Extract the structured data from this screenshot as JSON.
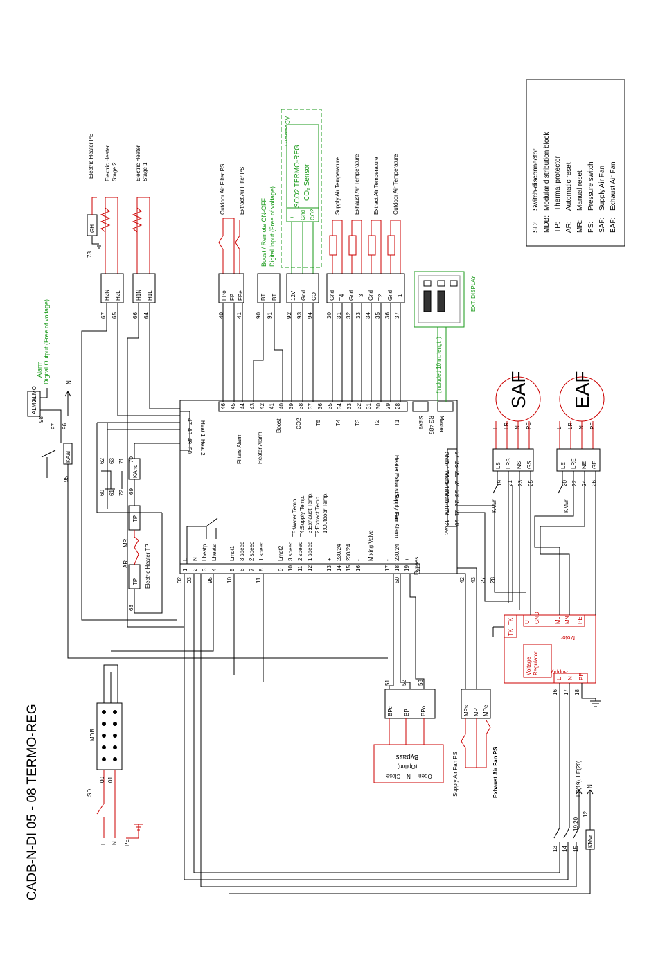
{
  "title": "CADB-N-DI 05 - 08 TERMO-REG",
  "colors": {
    "wire": "#000000",
    "red": "#cc0000",
    "green": "#1a9a1a"
  },
  "legend": [
    {
      "abbr": "SD:",
      "text": "Switch-disconnector"
    },
    {
      "abbr": "MDB:",
      "text": "Modular distribution block"
    },
    {
      "abbr": "TP:",
      "text": "Thermal protector"
    },
    {
      "abbr": "AR:",
      "text": "Automatic reset"
    },
    {
      "abbr": "MR:",
      "text": "Manual reset"
    },
    {
      "abbr": "PS:",
      "text": "Pressure switch"
    },
    {
      "abbr": "SAF:",
      "text": "Supply Air Fan"
    },
    {
      "abbr": "EAF:",
      "text": "Exhaust Air Fan"
    }
  ],
  "supply": {
    "sd": "SD",
    "mdb": "MDB",
    "l": "L",
    "n": "N",
    "pe": "PE",
    "w00": "00",
    "w01": "01"
  },
  "upper": {
    "alarm_block": {
      "terms": [
        "ALMO",
        "ALMO"
      ],
      "nums": [
        "98",
        "97",
        "96"
      ],
      "label1": "Alarm",
      "label2": "Digital Output (Free of voltage)",
      "n": "N",
      "kaal": "KAal",
      "w95": "95"
    },
    "heater_pe": "Electric Heater PE",
    "heater_stage2": [
      "Electric Heater",
      "Stage 2"
    ],
    "heater_stage1": [
      "Electric Heater",
      "Stage 1"
    ],
    "heater_terms": [
      "GH",
      "H2N",
      "H2L",
      "H1N",
      "H1L"
    ],
    "heater_nums": [
      "73",
      "67",
      "65",
      "66",
      "64"
    ],
    "filter_terms": [
      "FPo",
      "FP",
      "FPe"
    ],
    "filter_nums": [
      "40",
      "41"
    ],
    "filter_label1": "Outdoor Air Filter PS",
    "filter_label2": "Extract Air Filter PS",
    "boost_terms": [
      "BT",
      "BT"
    ],
    "boost_nums": [
      "90",
      "91"
    ],
    "boost_label1": "Boost / Remote ON-OFF",
    "boost_label2": "Digital Input (Free of voltage)",
    "sensor_terms": [
      "12V",
      "Gnd",
      "CO"
    ],
    "sensor_nums": [
      "92",
      "93",
      "94"
    ],
    "accessory": "ACCESORY",
    "sensor_name": "SCO2 TERMO-REG",
    "sensor_sub": "CO₂ Sensor",
    "sensor_pins": [
      "+",
      "Gnd",
      "CO2"
    ],
    "temp_terms": [
      "Gnd",
      "T4",
      "Gnd",
      "T3",
      "Gnd",
      "T2",
      "Gnd",
      "T1"
    ],
    "temp_nums": [
      "30",
      "31",
      "32",
      "33",
      "34",
      "35",
      "36",
      "37"
    ],
    "temp_labels": [
      "Supply Air Temperature",
      "Exhaust Air Temperature",
      "Extract Air Temperature",
      "Outdoor Air Temperature"
    ],
    "ext_display": "EXT. DISPLAY",
    "display_note": "(Included 10 m. length)"
  },
  "controller": {
    "top_terms": [
      "46",
      "45",
      "44",
      "43",
      "42",
      "41",
      "40",
      "39",
      "38",
      "37",
      "36",
      "35",
      "34",
      "33",
      "32",
      "31",
      "30",
      "29",
      "28"
    ],
    "left_terms": [
      "47",
      "48",
      "49",
      "50"
    ],
    "heat1": "Heat 1",
    "heat2": "Heat 2",
    "filters_alarm": "Filters Alarm",
    "heater_alarm": "Heater Alarm",
    "boost": "Boost",
    "co2": "CO2",
    "t_labels": [
      "T5",
      "T4",
      "T3",
      "T2",
      "T1"
    ],
    "slave": "Slave",
    "rs485": "RS 485",
    "master": "Master",
    "temp_legend": [
      "T5:Water Temp.",
      "T4:Supply Temp.",
      "T3:Exhaust Temp.",
      "T2:Extract Temp.",
      "T1:Outdoor Temp."
    ],
    "right_terms": [
      "27",
      "26",
      "25",
      "24",
      "23",
      "22",
      "21",
      "20"
    ],
    "right_labels": [
      "GND",
      "0-10V",
      "GND",
      "0-10V",
      "GND",
      "0-10V",
      "DI",
      "12Vac"
    ],
    "heater": "Heater",
    "exhaust_fan": "Exhaust Fan",
    "supply_fan": "Supply Fan",
    "fan_alarm": "Fan Alarm",
    "bottom_terms": [
      "1",
      "2",
      "3",
      "4",
      "5",
      "6",
      "7",
      "8",
      "9",
      "10",
      "11",
      "12",
      "13",
      "14",
      "15",
      "16",
      "17",
      "18",
      "19"
    ],
    "bottom_labels": [
      "L",
      "N",
      "Lheatp",
      "Lheats",
      "Lmot1",
      "3 speed",
      "2 speed",
      "1 speed",
      "Lmot2",
      "3 speed",
      "2 speed",
      "1 speed",
      "+",
      "230/24",
      "230/24",
      "-",
      "-",
      "230/24",
      "+"
    ],
    "mixing_valve": "Mixing Valve",
    "bypass": "Bypass"
  },
  "heater_tp": {
    "tp1": "TP",
    "tp2": "TP",
    "ar": "AR",
    "mr": "MR",
    "label": "Electric Heater TP",
    "nums": [
      "60",
      "61",
      "62",
      "63",
      "69",
      "70",
      "71",
      "72",
      "68"
    ],
    "kahc": "KAhc"
  },
  "wire_nums": {
    "w02": "02",
    "w03": "03",
    "w95": "95",
    "w10": "10",
    "w11": "11",
    "w50": "50",
    "w42": "42",
    "w43": "43",
    "w27": "27",
    "w28": "28"
  },
  "bypass_block": {
    "terms": [
      "BPc",
      "BP",
      "BPo"
    ],
    "nums": [
      "51",
      "52",
      "53"
    ],
    "title": "Bypass",
    "option": "(Option)",
    "labels": [
      "Close",
      "N",
      "Open"
    ]
  },
  "fan_ps": {
    "terms": [
      "MPs",
      "MP",
      "MPe"
    ],
    "label1": "Supply Air Fan PS",
    "label2": "Exhaust Air Fan PS"
  },
  "motor_block": {
    "voltage_reg": [
      "Voltage",
      "Regulator"
    ],
    "supply": "Supply",
    "motor": "Motor",
    "terms": [
      "L",
      "N",
      "PE"
    ],
    "right_terms": [
      "U",
      "GND",
      "ML",
      "MN",
      "PE"
    ],
    "tk": [
      "TK",
      "TK"
    ],
    "nums": [
      "16",
      "17",
      "18"
    ]
  },
  "saf": {
    "name": "SAF",
    "pins": [
      "L",
      "LR",
      "N",
      "PE"
    ],
    "terms": [
      "LS",
      "LRS",
      "NS",
      "GS"
    ],
    "nums": [
      "19",
      "21",
      "23",
      "25"
    ],
    "kmvr": "KMvr"
  },
  "eaf": {
    "name": "EAF",
    "pins": [
      "L",
      "LR",
      "N",
      "PE"
    ],
    "terms": [
      "LE",
      "LRE",
      "NE",
      "GE"
    ],
    "nums": [
      "20",
      "22",
      "24",
      "26"
    ],
    "kmvr": "KMvr"
  },
  "bottom_right": {
    "nums": [
      "13",
      "14",
      "15",
      "12"
    ],
    "w1920": "19,20",
    "ls_le": "LS(19), LE(20)",
    "n": "N",
    "kmvr": "KMvr"
  }
}
